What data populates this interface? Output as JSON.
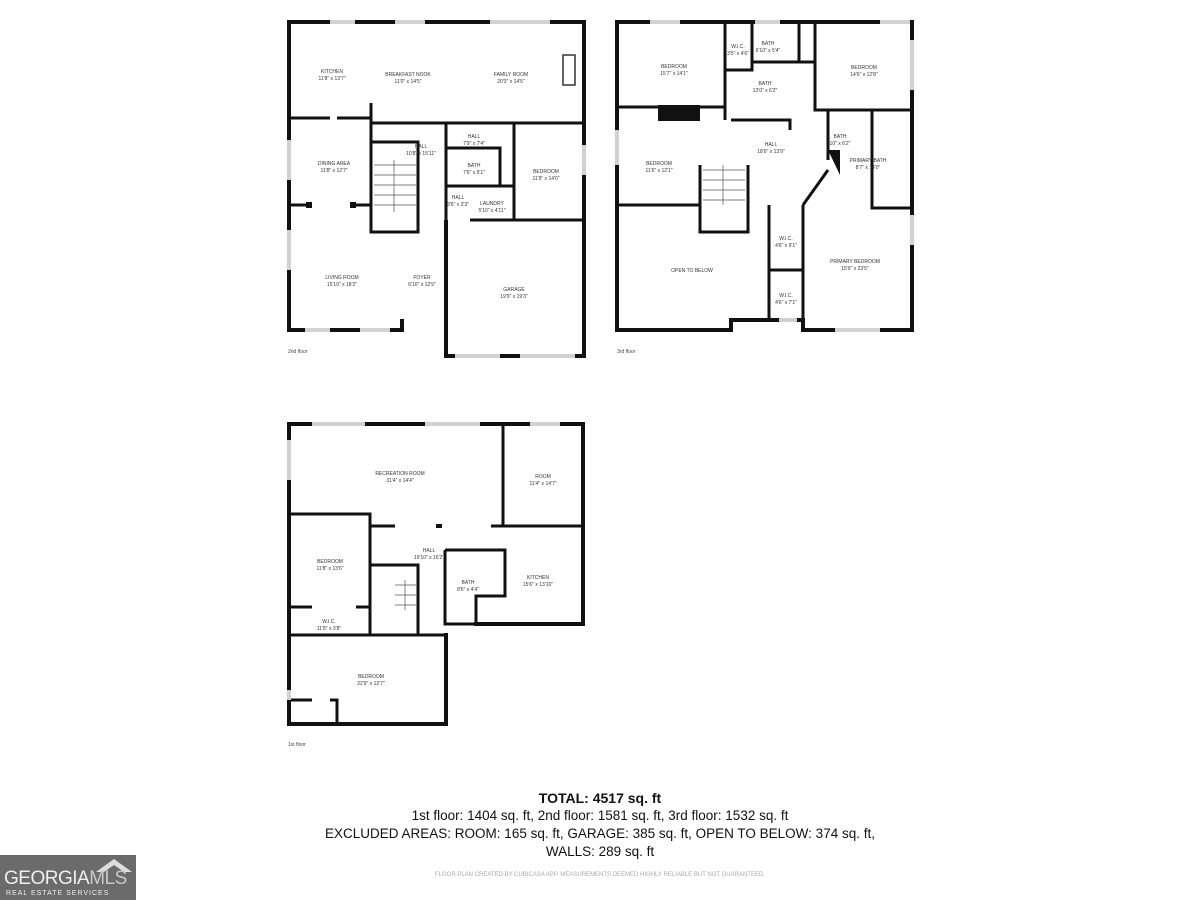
{
  "floor_2": {
    "label": "2nd floor",
    "rooms": [
      {
        "name": "KITCHEN",
        "size": "11'8\" x 13'7\""
      },
      {
        "name": "BREAKFAST NOOK",
        "size": "11'0\" x 14'5\""
      },
      {
        "name": "FAMILY ROOM",
        "size": "20'3\" x 14'5\""
      },
      {
        "name": "HALL",
        "size": "7'9\" x 7'4\""
      },
      {
        "name": "HALL",
        "size": "10'8\" x 15'11\""
      },
      {
        "name": "DINING AREA",
        "size": "11'8\" x 12'7\""
      },
      {
        "name": "BATH",
        "size": "7'6\" x 5'1\""
      },
      {
        "name": "BEDROOM",
        "size": "11'9\" x 14'0\""
      },
      {
        "name": "HALL",
        "size": "3'6\" x 3'3\""
      },
      {
        "name": "LAUNDRY",
        "size": "5'10\" x 4'11\""
      },
      {
        "name": "LIVING ROOM",
        "size": "15'10\" x 18'2\""
      },
      {
        "name": "FOYER",
        "size": "6'10\" x 12'9\""
      },
      {
        "name": "GARAGE",
        "size": "19'9\" x 19'3\""
      }
    ]
  },
  "floor_3": {
    "label": "3rd floor",
    "rooms": [
      {
        "name": "BEDROOM",
        "size": "15'7\" x 14'1\""
      },
      {
        "name": "W.I.C.",
        "size": "3'5\" x 4'6\""
      },
      {
        "name": "BATH",
        "size": "6'10\" x 5'4\""
      },
      {
        "name": "BEDROOM",
        "size": "14'6\" x 12'8\""
      },
      {
        "name": "BATH",
        "size": "12'0\" x 6'2\""
      },
      {
        "name": "HALL",
        "size": "18'9\" x 13'9\""
      },
      {
        "name": "BATH",
        "size": "10\" x 6'2\""
      },
      {
        "name": "BEDROOM",
        "size": "11'6\" x 12'1\""
      },
      {
        "name": "PRIMARY BATH",
        "size": "8'7\" x 14'0\""
      },
      {
        "name": "W.I.C.",
        "size": "4'6\" x 9'1\""
      },
      {
        "name": "OPEN TO BELOW",
        "size": ""
      },
      {
        "name": "PRIMARY BEDROOM",
        "size": "15'9\" x 23'5\""
      },
      {
        "name": "W.I.C.",
        "size": "4'6\" x 7'1\""
      }
    ]
  },
  "floor_1": {
    "label": "1st floor",
    "rooms": [
      {
        "name": "RECREATION ROOM",
        "size": "31'4\" x 14'4\""
      },
      {
        "name": "ROOM",
        "size": "11'4\" x 14'7\""
      },
      {
        "name": "HALL",
        "size": "19'10\" x 16'2\""
      },
      {
        "name": "BEDROOM",
        "size": "11'8\" x 13'6\""
      },
      {
        "name": "BATH",
        "size": "8'6\" x 4'4\""
      },
      {
        "name": "KITCHEN",
        "size": "15'6\" x 13'10\""
      },
      {
        "name": "W.I.C.",
        "size": "11'8\" x 3'8\""
      },
      {
        "name": "BEDROOM",
        "size": "22'9\" x 12'7\""
      }
    ]
  },
  "summary": {
    "total": "TOTAL: 4517 sq. ft",
    "floors": "1st floor: 1404 sq. ft, 2nd floor: 1581 sq. ft, 3rd floor: 1532 sq. ft",
    "excluded": "EXCLUDED AREAS: ROOM: 165 sq. ft, GARAGE: 385 sq. ft, OPEN TO BELOW: 374 sq. ft,",
    "walls": "WALLS: 289 sq. ft",
    "disclaimer": "FLOOR PLAN CREATED BY CUBICASA APP. MEASUREMENTS DEEMED HIGHLY RELIABLE BUT NOT GUARANTEED."
  },
  "logo": {
    "georgia": "GEORGIA",
    "mls": "MLS",
    "tagline": "REAL ESTATE SERVICES"
  },
  "colors": {
    "walls": "#111111",
    "windows": "#d2d2d2",
    "logo_bg": "#6b6b6b"
  }
}
